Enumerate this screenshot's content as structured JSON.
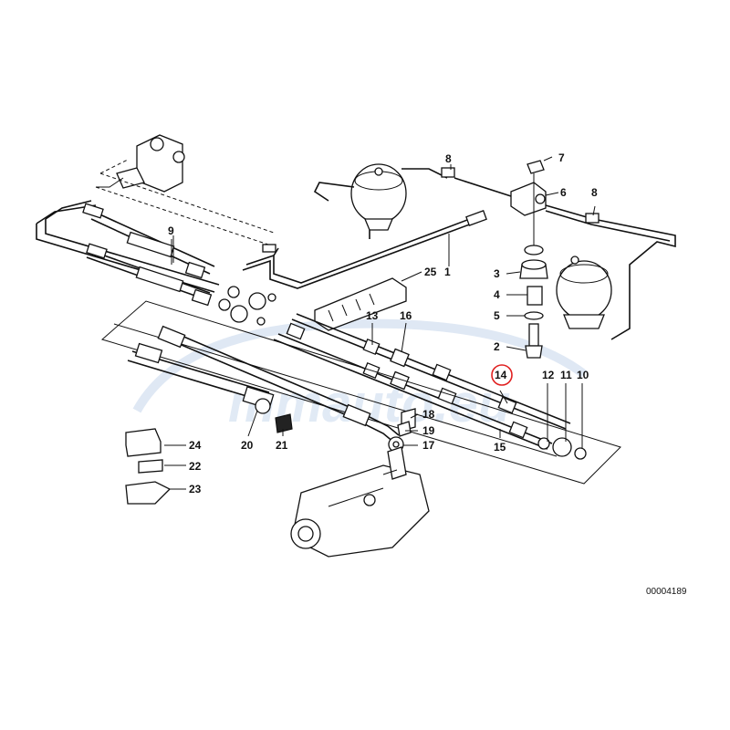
{
  "diagram": {
    "reference_number": "00004189",
    "watermark": "mmauto.eu",
    "highlighted_callout": "14",
    "callouts": [
      {
        "id": "c1",
        "label": "1"
      },
      {
        "id": "c2",
        "label": "2"
      },
      {
        "id": "c3",
        "label": "3"
      },
      {
        "id": "c4",
        "label": "4"
      },
      {
        "id": "c5",
        "label": "5"
      },
      {
        "id": "c6",
        "label": "6"
      },
      {
        "id": "c7",
        "label": "7"
      },
      {
        "id": "c8a",
        "label": "8"
      },
      {
        "id": "c8b",
        "label": "8"
      },
      {
        "id": "c9",
        "label": "9"
      },
      {
        "id": "c10",
        "label": "10"
      },
      {
        "id": "c11",
        "label": "11"
      },
      {
        "id": "c12",
        "label": "12"
      },
      {
        "id": "c13",
        "label": "13"
      },
      {
        "id": "c14",
        "label": "14"
      },
      {
        "id": "c15",
        "label": "15"
      },
      {
        "id": "c16",
        "label": "16"
      },
      {
        "id": "c17",
        "label": "17"
      },
      {
        "id": "c18",
        "label": "18"
      },
      {
        "id": "c19",
        "label": "19"
      },
      {
        "id": "c20",
        "label": "20"
      },
      {
        "id": "c21",
        "label": "21"
      },
      {
        "id": "c22",
        "label": "22"
      },
      {
        "id": "c23",
        "label": "23"
      },
      {
        "id": "c24",
        "label": "24"
      },
      {
        "id": "c25",
        "label": "25"
      }
    ],
    "colors": {
      "line": "#111111",
      "highlight": "#e02020",
      "watermark": "#c9d9ec"
    }
  }
}
